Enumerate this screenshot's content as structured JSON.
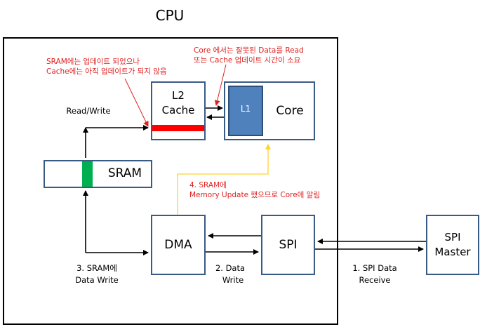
{
  "diagram": {
    "cpu_title": "CPU",
    "l2_cache": [
      "L2",
      "Cache"
    ],
    "l1": "L1",
    "core": "Core",
    "sram": "SRAM",
    "dma": "DMA",
    "spi": "SPI",
    "spi_master": [
      "SPI",
      "Master"
    ],
    "read_write": "Read/Write",
    "note_sram_updated": [
      "SRAM에는 업데이트 되었으나",
      "Cache에는 아직 업데이트가 되지 않음"
    ],
    "note_core_reads": [
      "Core 에서는 잘못된 Data를 Read",
      "또는 Cache 업데이트 시간이 소요"
    ],
    "note_step4": [
      "4. SRAM에",
      "Memory Update 했으므로 Core에 알림"
    ],
    "step1": [
      "1. SPI Data",
      "Receive"
    ],
    "step2": [
      "2. Data",
      "Write"
    ],
    "step3": [
      "3. SRAM에",
      "Data Write"
    ],
    "colors": {
      "box_border": "#3a5a86",
      "l1_fill": "#4f81bd",
      "cache_bar": "#ff0000",
      "sram_marker": "#00b050",
      "annotation": "#e02020",
      "notify_line": "#ffd22e"
    }
  }
}
